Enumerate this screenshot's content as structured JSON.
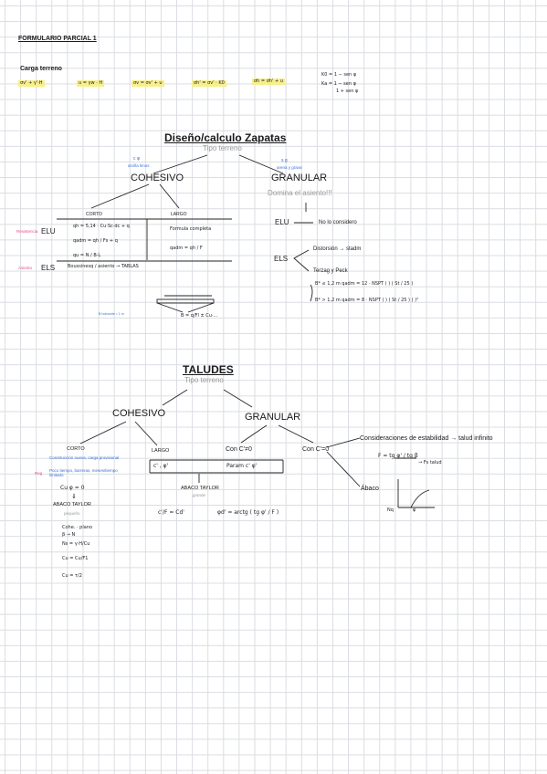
{
  "header": {
    "title": "FORMULARIO PARCIAL 1"
  },
  "carga": {
    "title": "Carga terreno",
    "f1": "σv' + γ'·H",
    "f2": "u = γw · H",
    "f3": "σv = σv' + u",
    "f4": "σh' = σv' · K0",
    "f5": "σh = σh' + u",
    "k0": "K0 = 1 − sen φ",
    "ka": "Ka = 1 − sen φ",
    "ka_den": "1 + sen φ"
  },
  "zapatas": {
    "title": "Diseño/calculo Zapatas",
    "subtitle": "Tipo terreno",
    "cohesivo": "COHESIVO",
    "granular": "GRANULAR",
    "coh_note": "c     φ",
    "coh_note2": "arcilla  limos",
    "gran_note": "s       g",
    "gran_note2": "arena  y  grava",
    "domina": "Domina el asiento!!!",
    "corto": "CORTO",
    "largo": "LARGO",
    "elu_pink": "Resistencia",
    "elu": "ELU",
    "els_pink": "Asiento",
    "els": "ELS",
    "cell_corto_1": "qh = 5,14 · Cu·Sc·dc + q",
    "cell_corto_2": "qadm = qh / Fs + q",
    "cell_corto_3": "qu = N / B·L",
    "cell_largo_1": "Formula completa",
    "cell_largo_2": "qadm = qh / F",
    "els_row": "Boussinesq / asiento  →  TABLAS",
    "elu_gran": "ELU",
    "no_considero": "No lo considero",
    "els_gran": "ELS",
    "distorsion": "Distorsión → stadm",
    "terzag": "Terzag y Peck",
    "f_b1": "B* ≤ 1,2 m    qadm = 12 · NSPT ( ) ( St / 25 )",
    "f_b2": "B* > 1,2 m    qadm = 8 · NSPT ( ) ( St / 25 ) ( )²",
    "small_note": "B·horizonte = 1 m",
    "sketch_label": "B = q/Fl ± Cu·..."
  },
  "taludes": {
    "title": "TALUDES",
    "subtitle": "Tipo terreno",
    "cohesivo": "COHESIVO",
    "granular": "GRANULAR",
    "corto": "CORTO",
    "largo": "LARGO",
    "con_c_ne": "Con C'≠0",
    "con_c_eq": "Con C'=0",
    "blue1": "Construcción nueva, carga provisional",
    "blue2": "Poco tiempo, barreras, meses/tiempo limitado",
    "pink_tag": "Reg",
    "cu_phi": "Cu   φ = 0",
    "arrow_down": "⇓",
    "abaco_taylor": "ABACO TAYLOR",
    "abaco_sub": "pequeño",
    "col1": "Cohe. · plano",
    "col2": "β → N",
    "col3": "Ns = γ·H/Cu",
    "col4": "Cu = Cu/F1",
    "col5": "Cu = τ/2",
    "largo_cphi": "c'  ,  φ'",
    "param": "Param   c'  φ'",
    "abaco_taylor2": "ABACO TAYLOR",
    "abaco_sub2": "grande",
    "f_cF": "c'/F = Cd'",
    "f_phi": "φd' = arctg ( tg φ' / F )",
    "consid": "Consideraciones de estabilidad → talud infinito",
    "f_F": "F = tg φ' / tg β",
    "f_F_note": "→ Fs talud",
    "abaco": "Ábaco",
    "graph_x": "Nq",
    "graph_y": "φ"
  }
}
